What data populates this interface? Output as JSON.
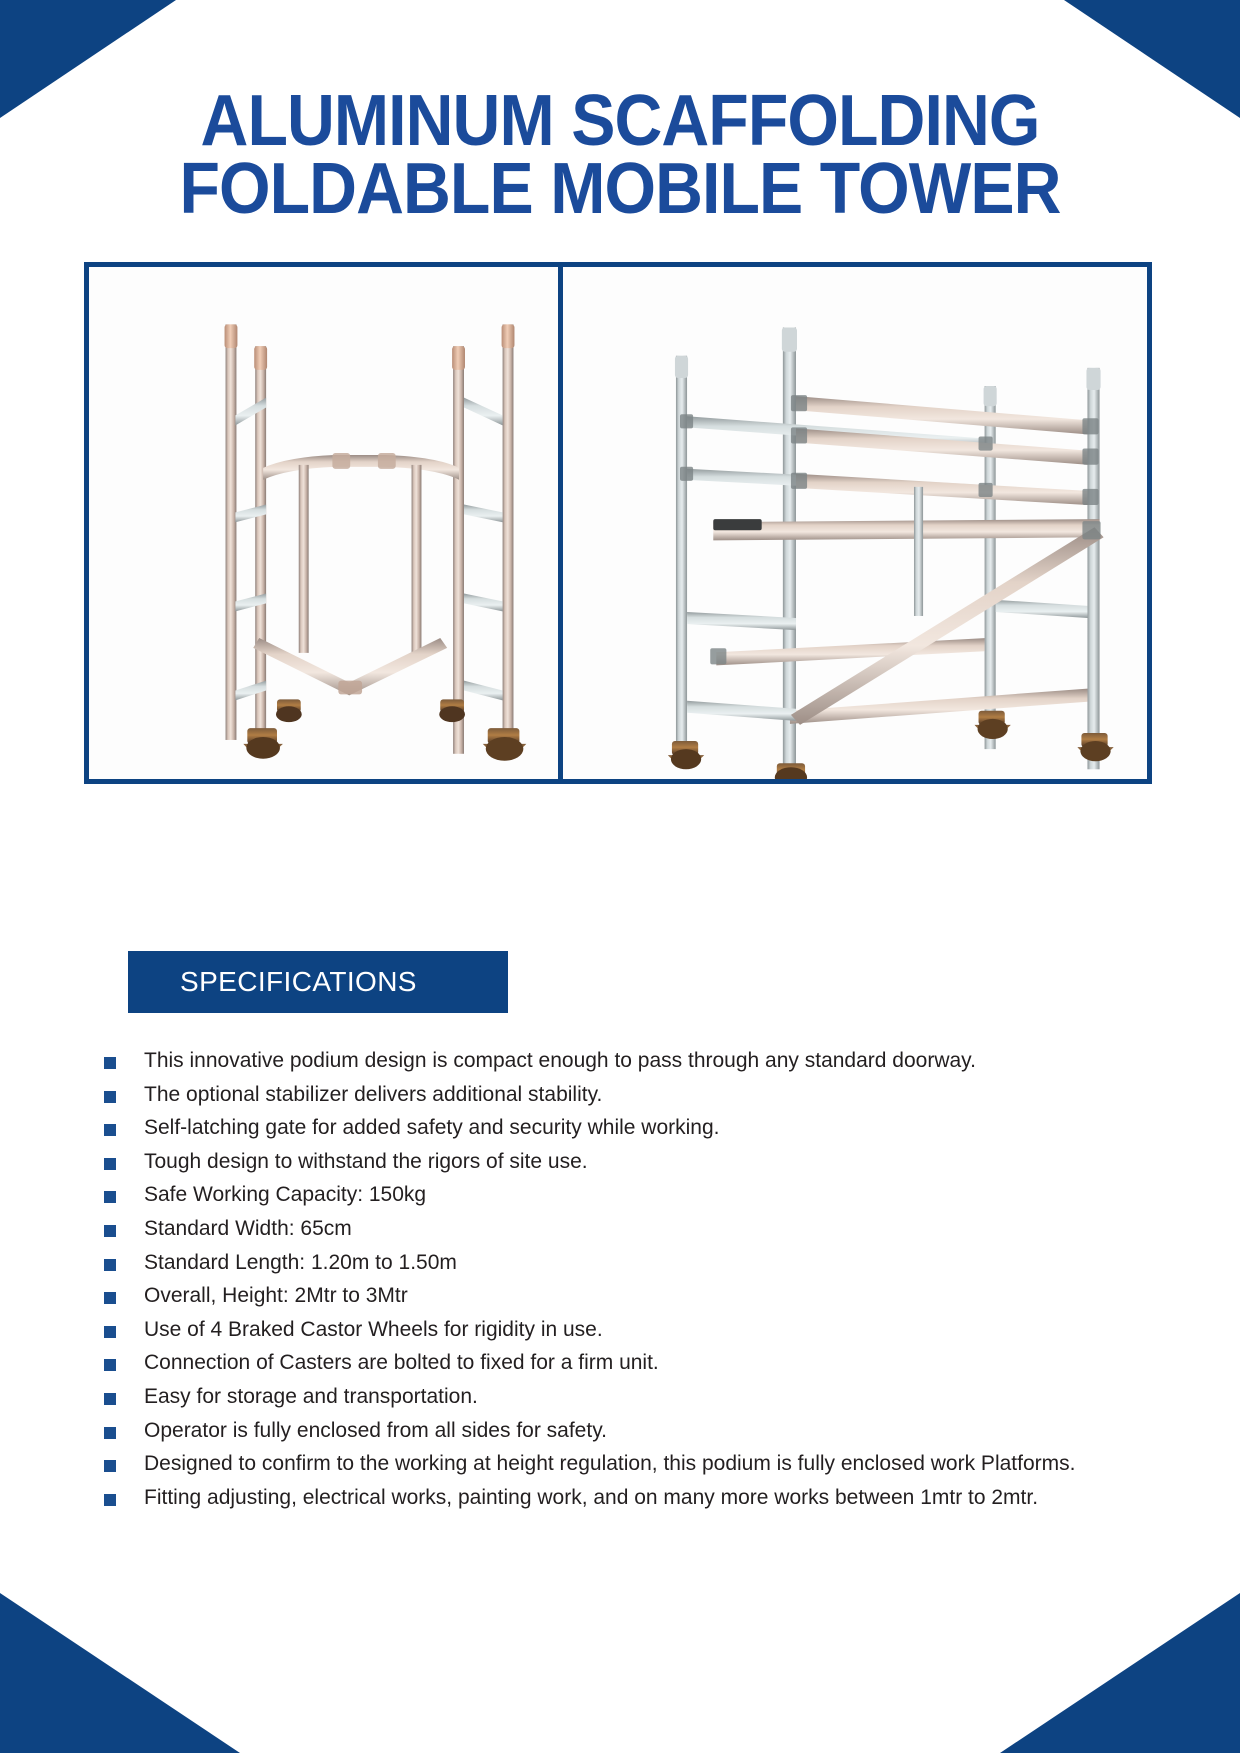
{
  "document": {
    "title_lines": [
      "ALUMINUM SCAFFOLDING",
      "FOLDABLE  MOBILE TOWER"
    ],
    "accent_color": "#0d4382",
    "title_color": "#1b4b9b",
    "bullet_color": "#1a4e8f",
    "text_color": "#231f20"
  },
  "gallery": {
    "panels": [
      {
        "name": "folded-frame-photo",
        "caption": "Aluminum scaffolding foldable frame, collapsed, with braked castor wheels"
      },
      {
        "name": "assembled-tower-photo",
        "caption": "Assembled aluminum mobile tower with diagonal brace and braked castor wheels"
      }
    ]
  },
  "specifications": {
    "heading": "SPECIFICATIONS",
    "items": [
      "This innovative podium design is compact enough to pass through any standard doorway.",
      "The optional stabilizer delivers additional stability.",
      "Self-latching gate for added safety and security while working.",
      "Tough design to withstand the rigors of site use.",
      "Safe Working Capacity: 150kg",
      "Standard Width: 65cm",
      "Standard Length: 1.20m to 1.50m",
      "Overall, Height: 2Mtr to 3Mtr",
      "Use of 4 Braked Castor Wheels for rigidity in use.",
      "Connection of Casters are bolted to fixed for a firm unit.",
      "Easy for storage and transportation.",
      "Operator is fully enclosed from all sides for safety.",
      "Designed to confirm to the working at height regulation, this podium is fully enclosed work Platforms.",
      "Fitting adjusting, electrical works, painting work, and on many more works between 1mtr to 2mtr."
    ]
  }
}
